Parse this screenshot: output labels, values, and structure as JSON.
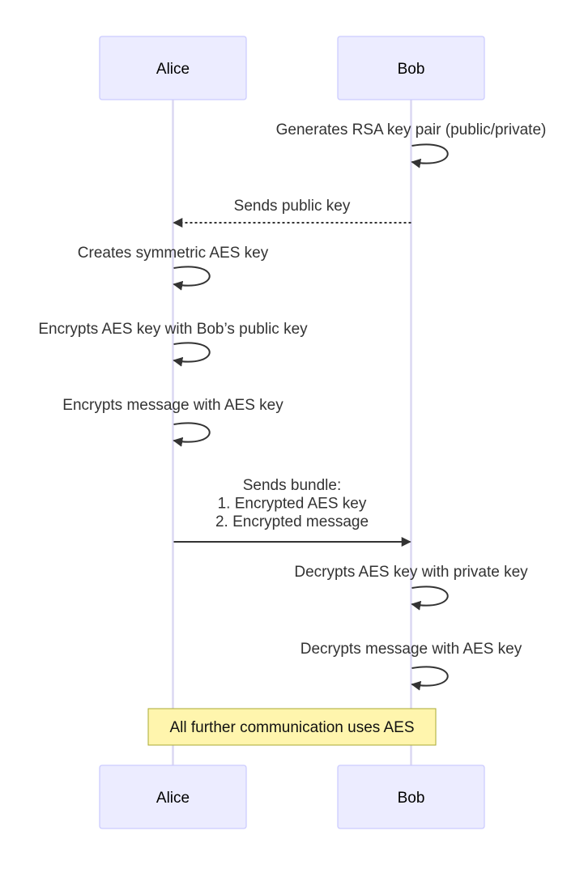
{
  "actors": [
    {
      "id": "alice",
      "label": "Alice"
    },
    {
      "id": "bob",
      "label": "Bob"
    }
  ],
  "messages": [
    {
      "from": "bob",
      "to": "bob",
      "style": "solid",
      "lines": [
        "Generates RSA key pair (public/private)"
      ]
    },
    {
      "from": "bob",
      "to": "alice",
      "style": "dotted",
      "lines": [
        "Sends public key"
      ]
    },
    {
      "from": "alice",
      "to": "alice",
      "style": "solid",
      "lines": [
        "Creates symmetric AES key"
      ]
    },
    {
      "from": "alice",
      "to": "alice",
      "style": "solid",
      "lines": [
        "Encrypts AES key with Bob’s public key"
      ]
    },
    {
      "from": "alice",
      "to": "alice",
      "style": "solid",
      "lines": [
        "Encrypts message with AES key"
      ]
    },
    {
      "from": "alice",
      "to": "bob",
      "style": "solid",
      "lines": [
        "Sends bundle:",
        "1. Encrypted AES key",
        "2. Encrypted message"
      ]
    },
    {
      "from": "bob",
      "to": "bob",
      "style": "solid",
      "lines": [
        "Decrypts AES key with private key"
      ]
    },
    {
      "from": "bob",
      "to": "bob",
      "style": "solid",
      "lines": [
        "Decrypts message with AES key"
      ]
    }
  ],
  "note": {
    "text": "All further communication uses AES",
    "over": [
      "alice",
      "bob"
    ]
  },
  "colors": {
    "actor_fill": "#ECECFF",
    "actor_stroke": "#CCCCFF",
    "lifeline": "#DCD8F2",
    "message_line": "#333333",
    "message_text": "#333333",
    "note_fill": "#FFF5AD",
    "note_stroke": "#AAAA33"
  }
}
